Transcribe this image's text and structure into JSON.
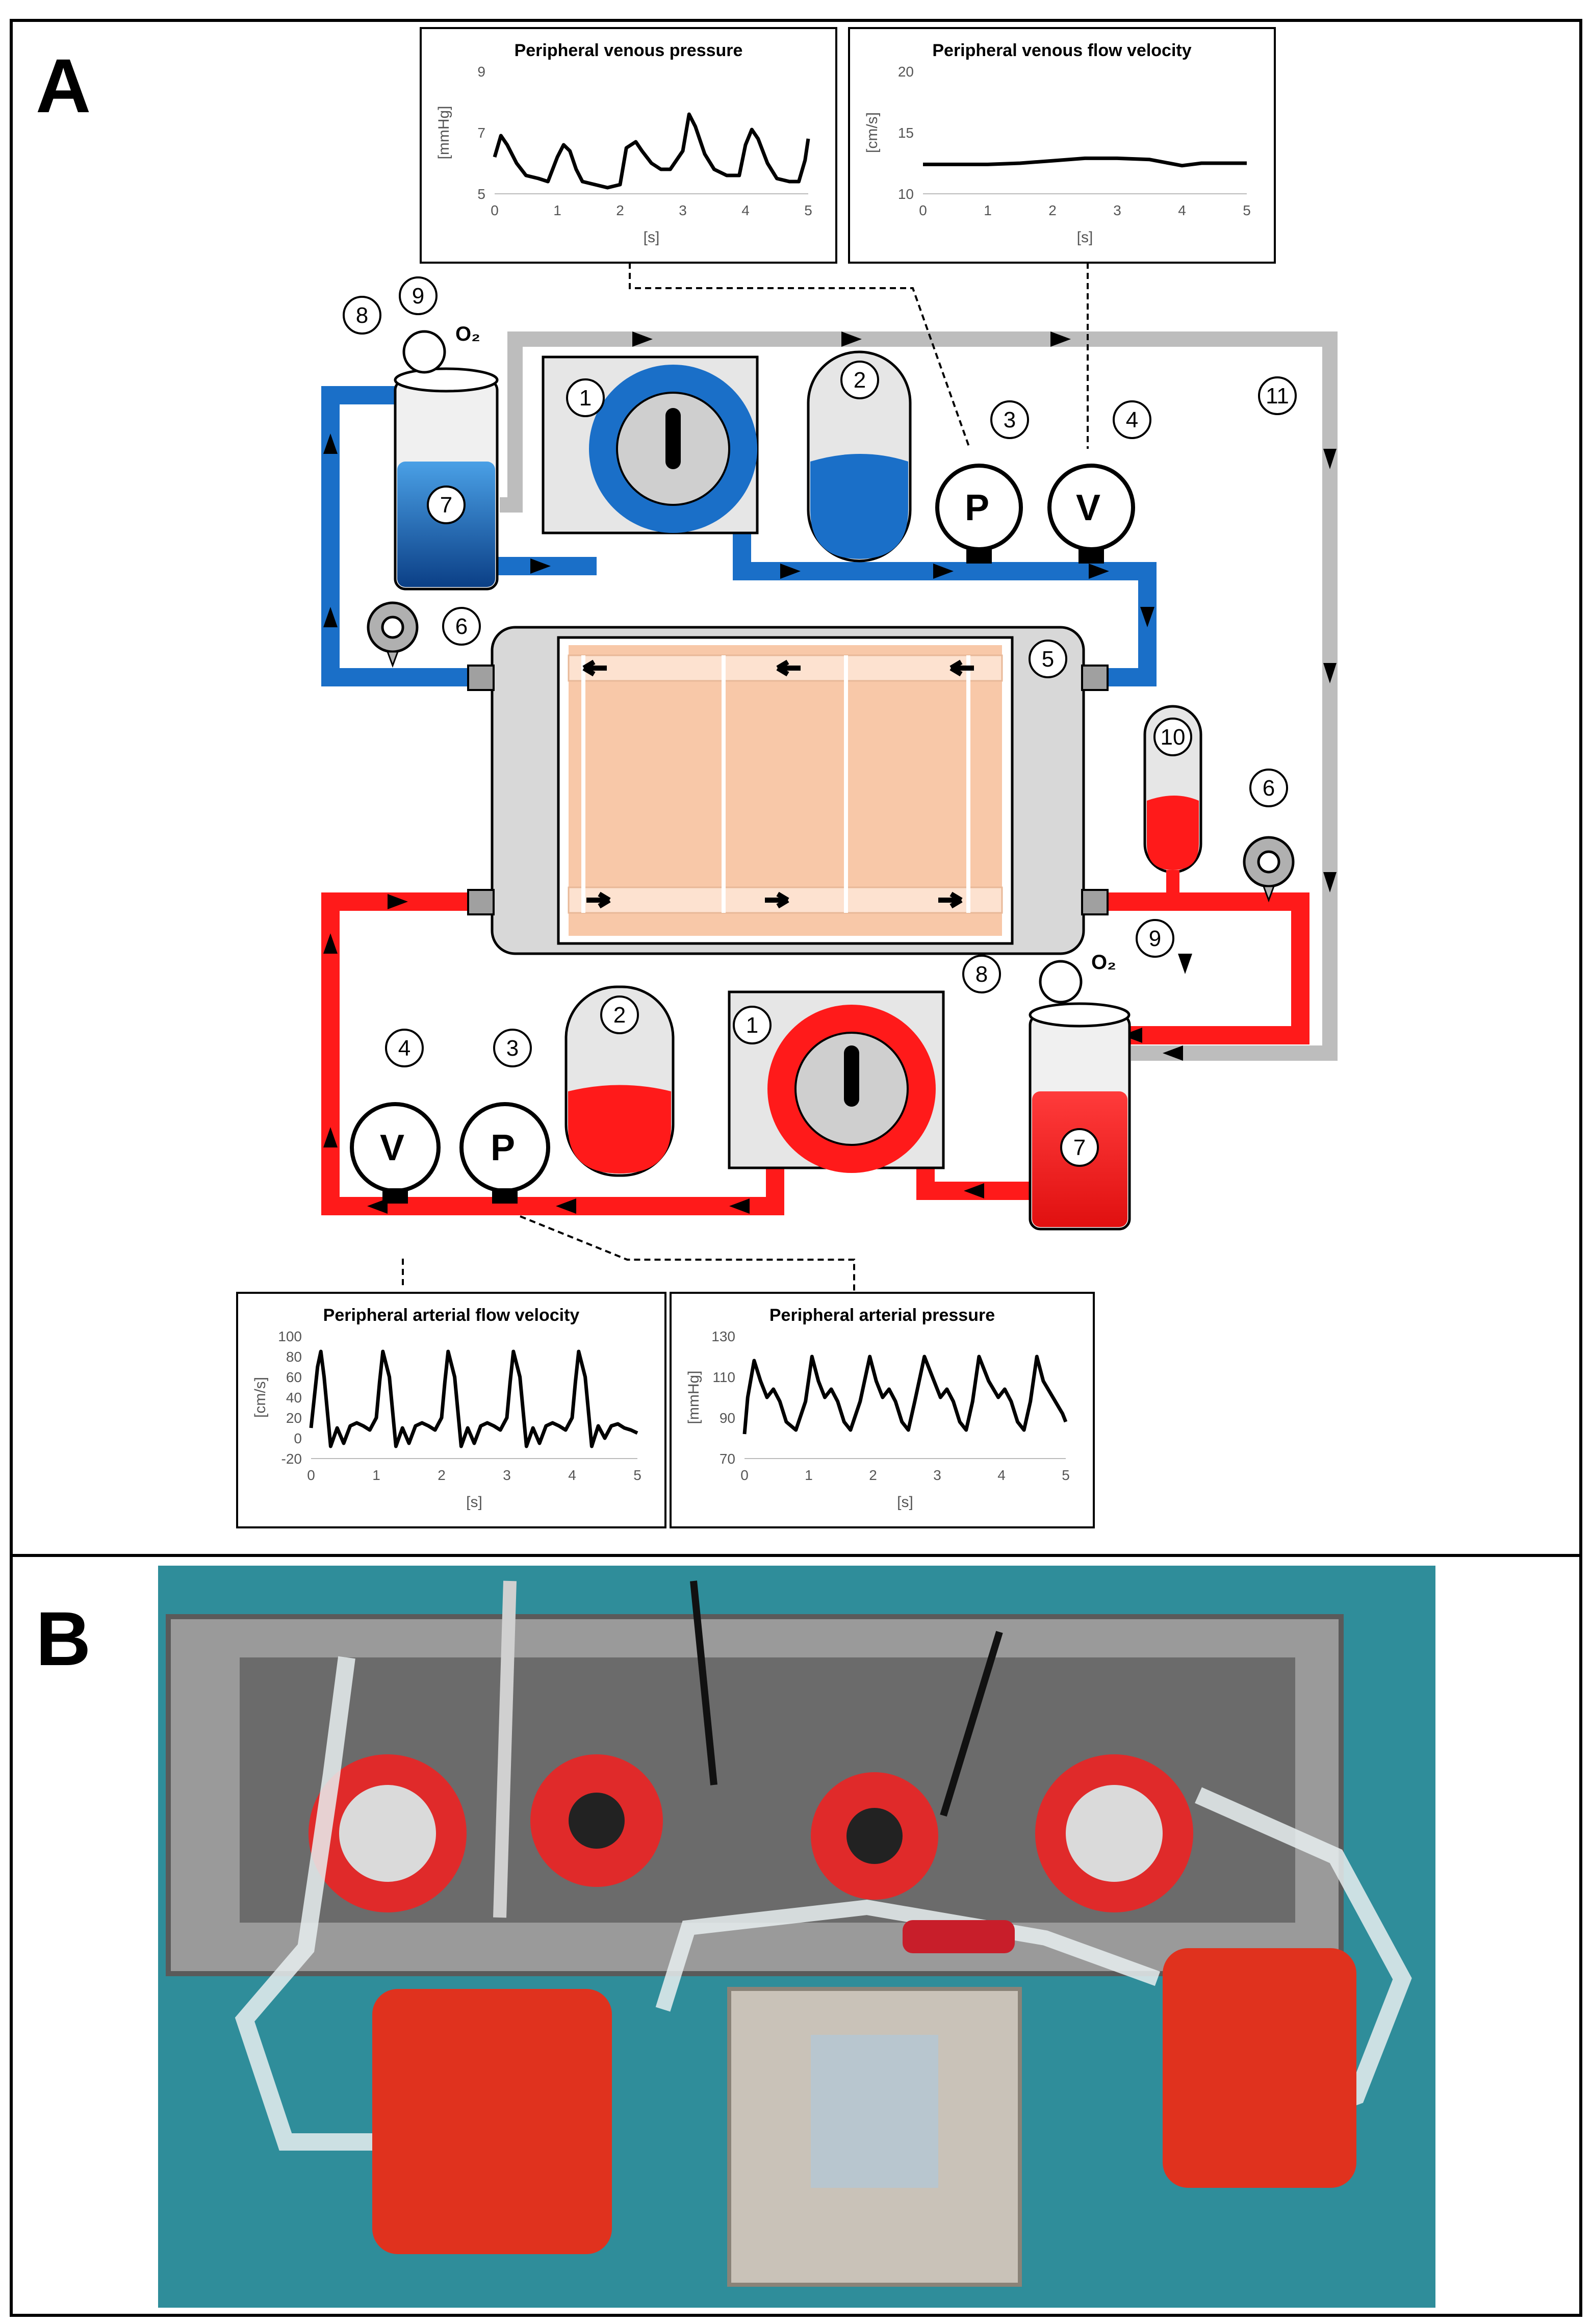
{
  "panels": {
    "a": "A",
    "b": "B"
  },
  "labels": {
    "o2": "O₂",
    "p_gauge": "P",
    "v_gauge": "V",
    "numbers": [
      "1",
      "2",
      "3",
      "4",
      "5",
      "6",
      "7",
      "8",
      "9",
      "10",
      "11"
    ]
  },
  "colors": {
    "venous": "#1a6fc8",
    "arterial": "#ff1a1a",
    "gas_line": "#bdbdbd",
    "skin": "#f8c8a8",
    "chamber_grey": "#d8d8d8",
    "photo_bg": "#2f8d9a",
    "sonotec_red": "#e0321e"
  },
  "charts": [
    {
      "id": "venous-pressure",
      "title": "Peripheral venous pressure",
      "ylabel": "[mmHg]",
      "xlabel": "[s]",
      "yticks": [
        "9",
        "7",
        "5"
      ],
      "xticks": [
        "0",
        "1",
        "2",
        "3",
        "4",
        "5"
      ],
      "ylim": [
        5,
        9
      ],
      "xlim": [
        0,
        5
      ]
    },
    {
      "id": "venous-velocity",
      "title": "Peripheral venous flow velocity",
      "ylabel": "[cm/s]",
      "xlabel": "[s]",
      "yticks": [
        "20",
        "15",
        "10"
      ],
      "xticks": [
        "0",
        "1",
        "2",
        "3",
        "4",
        "5"
      ],
      "ylim": [
        10,
        20
      ],
      "xlim": [
        0,
        5
      ]
    },
    {
      "id": "arterial-velocity",
      "title": "Peripheral arterial flow velocity",
      "ylabel": "[cm/s]",
      "xlabel": "[s]",
      "yticks": [
        "100",
        "80",
        "60",
        "40",
        "20",
        "0",
        "-20"
      ],
      "xticks": [
        "0",
        "1",
        "2",
        "3",
        "4",
        "5"
      ],
      "ylim": [
        -20,
        100
      ],
      "xlim": [
        0,
        5
      ]
    },
    {
      "id": "arterial-pressure",
      "title": "Peripheral arterial pressure",
      "ylabel": "[mmHg]",
      "xlabel": "[s]",
      "yticks": [
        "130",
        "110",
        "90",
        "70"
      ],
      "xticks": [
        "0",
        "1",
        "2",
        "3",
        "4",
        "5"
      ],
      "ylim": [
        70,
        130
      ],
      "xlim": [
        0,
        5
      ]
    }
  ],
  "chart_data": [
    {
      "type": "line",
      "title": "Peripheral venous pressure",
      "xlabel": "[s]",
      "ylabel": "[mmHg]",
      "xlim": [
        0,
        5
      ],
      "ylim": [
        5,
        9
      ],
      "series": [
        {
          "x": [
            0,
            0.1,
            0.2,
            0.35,
            0.5,
            0.7,
            0.85,
            1.0,
            1.1,
            1.2,
            1.3,
            1.4,
            1.6,
            1.8,
            2.0,
            2.1,
            2.25,
            2.35,
            2.5,
            2.65,
            2.8,
            3.0,
            3.1,
            3.2,
            3.35,
            3.5,
            3.7,
            3.9,
            4.0,
            4.1,
            4.2,
            4.35,
            4.5,
            4.7,
            4.85,
            4.95,
            5.0
          ],
          "y": [
            6.2,
            6.9,
            6.6,
            6.0,
            5.6,
            5.5,
            5.4,
            6.2,
            6.6,
            6.4,
            5.8,
            5.4,
            5.3,
            5.2,
            5.3,
            6.5,
            6.7,
            6.4,
            6.0,
            5.8,
            5.8,
            6.4,
            7.6,
            7.2,
            6.3,
            5.8,
            5.6,
            5.6,
            6.6,
            7.1,
            6.8,
            6.0,
            5.5,
            5.4,
            5.4,
            6.1,
            6.8
          ]
        }
      ]
    },
    {
      "type": "line",
      "title": "Peripheral venous flow velocity",
      "xlabel": "[s]",
      "ylabel": "[cm/s]",
      "xlim": [
        0,
        5
      ],
      "ylim": [
        10,
        20
      ],
      "series": [
        {
          "x": [
            0,
            0.5,
            1.0,
            1.5,
            2.0,
            2.5,
            3.0,
            3.5,
            3.8,
            4.0,
            4.3,
            4.6,
            5.0
          ],
          "y": [
            12.4,
            12.4,
            12.4,
            12.5,
            12.7,
            12.9,
            12.9,
            12.8,
            12.5,
            12.3,
            12.5,
            12.5,
            12.5
          ]
        }
      ]
    },
    {
      "type": "line",
      "title": "Peripheral arterial flow velocity",
      "xlabel": "[s]",
      "ylabel": "[cm/s]",
      "xlim": [
        0,
        5
      ],
      "ylim": [
        -20,
        100
      ],
      "series": [
        {
          "x": [
            0,
            0.05,
            0.1,
            0.15,
            0.2,
            0.3,
            0.4,
            0.5,
            0.6,
            0.7,
            0.8,
            0.9,
            1.0,
            1.05,
            1.1,
            1.2,
            1.3,
            1.4,
            1.5,
            1.6,
            1.7,
            1.8,
            1.9,
            2.0,
            2.05,
            2.1,
            2.2,
            2.3,
            2.4,
            2.5,
            2.6,
            2.7,
            2.8,
            2.9,
            3.0,
            3.05,
            3.1,
            3.2,
            3.3,
            3.4,
            3.5,
            3.6,
            3.7,
            3.8,
            3.9,
            4.0,
            4.05,
            4.1,
            4.2,
            4.3,
            4.4,
            4.5,
            4.6,
            4.7,
            4.8,
            4.9,
            5.0
          ],
          "y": [
            10,
            40,
            70,
            85,
            60,
            -8,
            10,
            -5,
            12,
            15,
            12,
            8,
            20,
            55,
            85,
            60,
            -8,
            10,
            -5,
            12,
            15,
            12,
            8,
            20,
            55,
            85,
            60,
            -8,
            10,
            -5,
            12,
            15,
            12,
            8,
            20,
            55,
            85,
            60,
            -8,
            10,
            -5,
            12,
            15,
            12,
            8,
            20,
            55,
            85,
            60,
            -8,
            12,
            0,
            12,
            14,
            10,
            8,
            5
          ]
        }
      ]
    },
    {
      "type": "line",
      "title": "Peripheral arterial pressure",
      "xlabel": "[s]",
      "ylabel": "[mmHg]",
      "xlim": [
        0,
        5
      ],
      "ylim": [
        70,
        130
      ],
      "series": [
        {
          "x": [
            0,
            0.05,
            0.15,
            0.25,
            0.35,
            0.45,
            0.55,
            0.65,
            0.8,
            0.95,
            1.05,
            1.15,
            1.25,
            1.35,
            1.45,
            1.55,
            1.65,
            1.8,
            1.95,
            2.05,
            2.15,
            2.25,
            2.35,
            2.45,
            2.55,
            2.65,
            2.8,
            2.95,
            3.05,
            3.15,
            3.25,
            3.35,
            3.45,
            3.55,
            3.65,
            3.8,
            3.95,
            4.05,
            4.15,
            4.25,
            4.35,
            4.45,
            4.55,
            4.65,
            4.8,
            4.95,
            5.0
          ],
          "y": [
            82,
            100,
            118,
            108,
            100,
            104,
            98,
            88,
            84,
            98,
            120,
            108,
            100,
            104,
            98,
            88,
            84,
            98,
            120,
            108,
            100,
            104,
            98,
            88,
            84,
            98,
            120,
            108,
            100,
            104,
            98,
            88,
            84,
            98,
            120,
            108,
            100,
            104,
            98,
            88,
            84,
            98,
            120,
            108,
            100,
            92,
            88
          ]
        }
      ]
    }
  ]
}
